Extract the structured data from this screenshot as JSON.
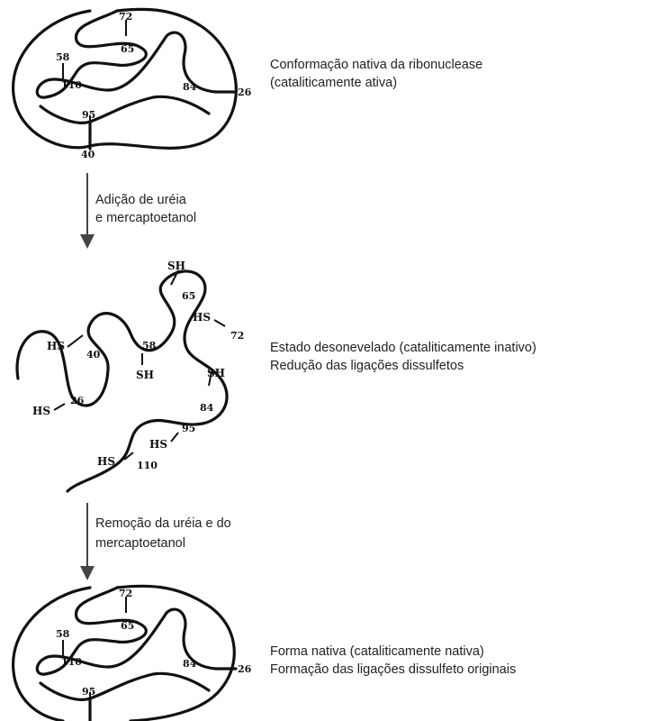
{
  "native": {
    "caption": [
      "Conformação nativa da ribonuclease",
      "(cataliticamente ativa)"
    ],
    "residues": {
      "r72": "72",
      "r65": "65",
      "r58": "58",
      "r110": "110",
      "r84": "84",
      "r26": "26",
      "r95": "95",
      "r40": "40"
    }
  },
  "step1": {
    "label": [
      "Adição de uréia",
      "e mercaptoetanol"
    ]
  },
  "unfolded": {
    "caption": [
      "Estado desonevelado (cataliticamente inativo)",
      "Redução das ligações dissulfetos"
    ],
    "residues": {
      "r65": "65",
      "r72": "72",
      "r40": "40",
      "r58": "58",
      "r84": "84",
      "r26": "26",
      "r95": "95",
      "r110": "110"
    },
    "sh_label": "SH",
    "hs_label": "HS"
  },
  "step2": {
    "label": [
      "Remoção da uréia e do",
      "mercaptoetanol"
    ]
  },
  "renatured": {
    "caption": [
      "Forma nativa (cataliticamente nativa)",
      "Formação das ligações dissulfeto originais"
    ],
    "residues": {
      "r72": "72",
      "r65": "65",
      "r58": "58",
      "r110": "110",
      "r84": "84",
      "r26": "26",
      "r95": "95"
    }
  }
}
